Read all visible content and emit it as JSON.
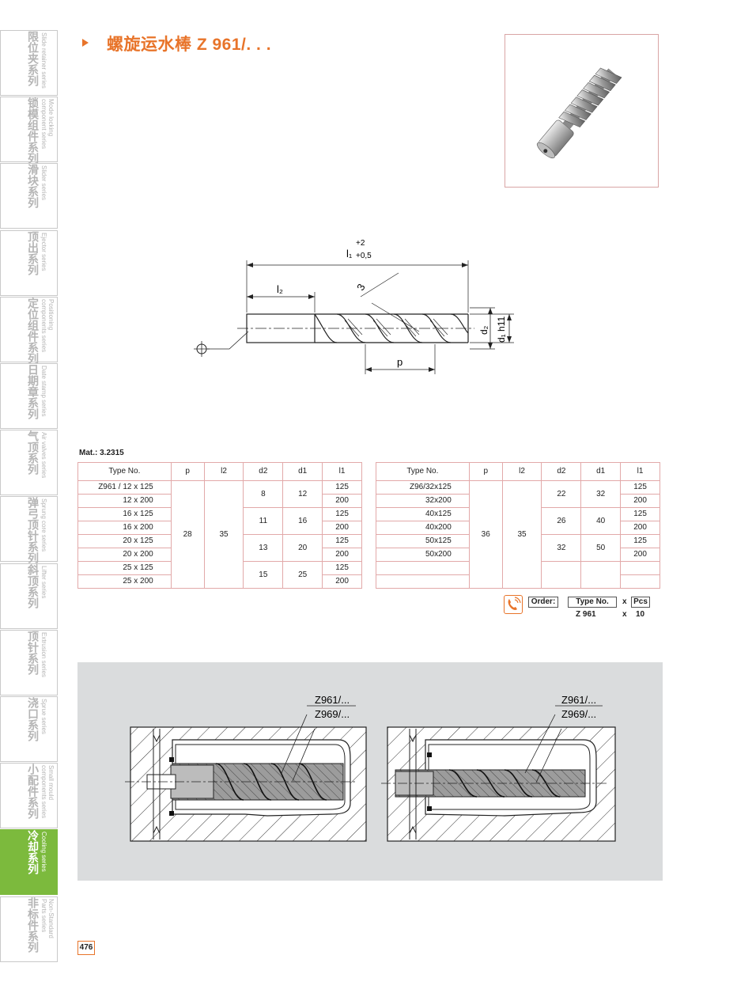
{
  "sidebar": {
    "items": [
      {
        "zh": "限位夹系列",
        "en": "Slide retainer series"
      },
      {
        "zh": "锁模组件系列",
        "en": "Mode locking\ncomponent series"
      },
      {
        "zh": "滑块系列",
        "en": "Slider series"
      },
      {
        "zh": "顶出系列",
        "en": "Ejector series"
      },
      {
        "zh": "定位组件系列",
        "en": "Positioning\ncomponents series"
      },
      {
        "zh": "日期章系列",
        "en": "Date stamp series"
      },
      {
        "zh": "气顶系列",
        "en": "Air valves series"
      },
      {
        "zh": "弹弓顶针系列",
        "en": "Sprung core series"
      },
      {
        "zh": "斜顶系列",
        "en": "Lifter series"
      },
      {
        "zh": "顶针系列",
        "en": "Extrusion series"
      },
      {
        "zh": "浇口系列",
        "en": "Sprue series"
      },
      {
        "zh": "小配件系列",
        "en": "Small mould\ncomponents series"
      },
      {
        "zh": "冷却系列",
        "en": "Cooling series"
      },
      {
        "zh": "非标件系列",
        "en": "Non-Standard\nParts series"
      }
    ],
    "active_index": 12,
    "active_color": "#7cba3d"
  },
  "header": {
    "title": "螺旋运水棒 Z 961/. . .",
    "accent_color": "#e8742a"
  },
  "drawing": {
    "l1": "l₁",
    "tol_upper": "+2",
    "tol_lower": "+0,5",
    "l2": "l₂",
    "angle": "3",
    "p": "p",
    "d2": "d₂",
    "d1h11": "d₁ h11"
  },
  "material": "Mat.: 3.2315",
  "table_a": {
    "headers": [
      "Type No.",
      "p",
      "l2",
      "d2",
      "d1",
      "l1"
    ],
    "types": [
      "Z961 / 12 x 125",
      "12 x 200",
      "16 x 125",
      "16 x 200",
      "20 x 125",
      "20 x 200",
      "25 x 125",
      "25 x 200"
    ],
    "p": "28",
    "l2": "35",
    "d2": [
      "8",
      "11",
      "13",
      "15"
    ],
    "d1": [
      "12",
      "16",
      "20",
      "25"
    ],
    "l1": [
      "125",
      "200",
      "125",
      "200",
      "125",
      "200",
      "125",
      "200"
    ]
  },
  "table_b": {
    "headers": [
      "Type No.",
      "p",
      "l2",
      "d2",
      "d1",
      "l1"
    ],
    "types": [
      "Z96/32x125",
      "32x200",
      "40x125",
      "40x200",
      "50x125",
      "50x200",
      "",
      ""
    ],
    "p": "36",
    "l2": "35",
    "d2": [
      "22",
      "26",
      "32",
      ""
    ],
    "d1": [
      "32",
      "40",
      "50",
      ""
    ],
    "l1": [
      "125",
      "200",
      "125",
      "200",
      "125",
      "200",
      "",
      ""
    ]
  },
  "order": {
    "label": "Order:",
    "type_label": "Type No.",
    "x1": "x",
    "pcs_label": "Pcs",
    "type_value": "Z 961",
    "x2": "x",
    "pcs_value": "10"
  },
  "application": {
    "left": {
      "callout1": "Z961/...",
      "callout2": "Z969/..."
    },
    "right": {
      "callout1": "Z961/...",
      "callout2": "Z969/..."
    }
  },
  "page_number": "476"
}
